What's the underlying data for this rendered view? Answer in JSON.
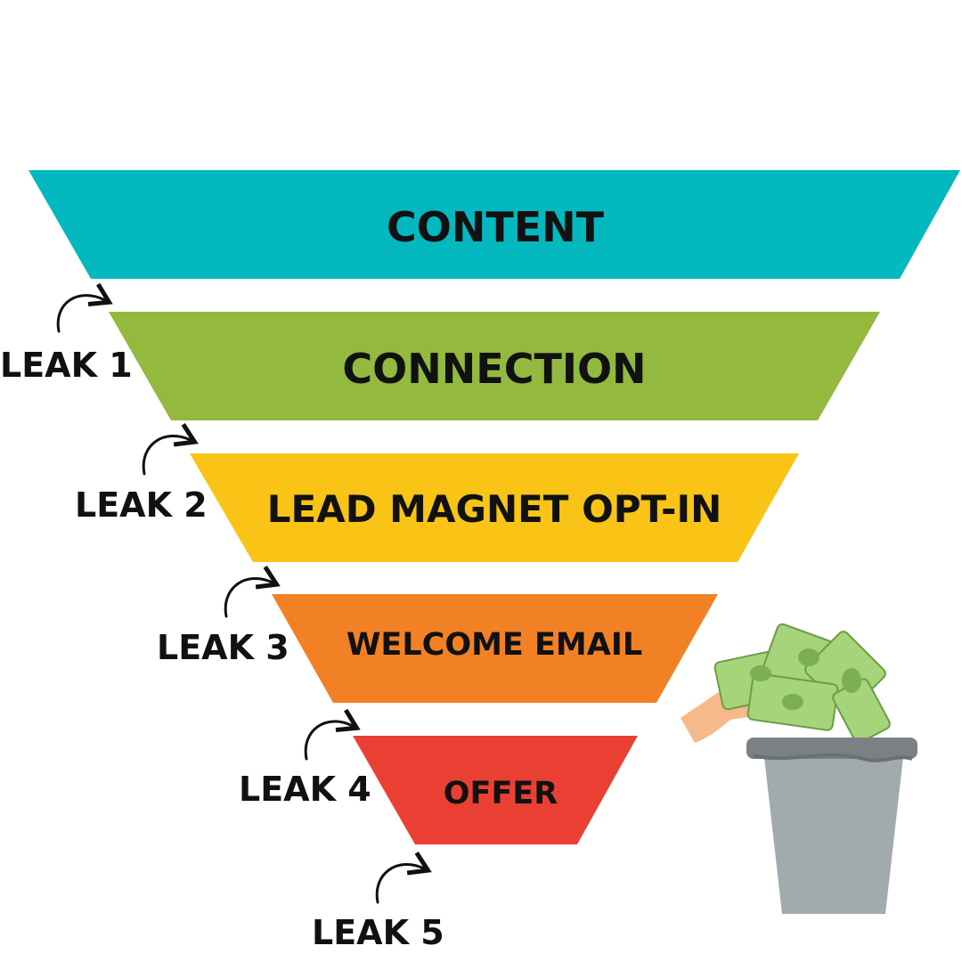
{
  "stages": [
    {
      "label": "CONTENT",
      "color": "#03B8BF"
    },
    {
      "label": "CONNECTION",
      "color": "#93B93F"
    },
    {
      "label": "LEAD MAGNET OPT-IN",
      "color": "#F9C416"
    },
    {
      "label": "WELCOME EMAIL",
      "color": "#F28126"
    },
    {
      "label": "OFFER",
      "color": "#EA4033"
    }
  ],
  "leaks": [
    {
      "label": "LEAK 1"
    },
    {
      "label": "LEAK 2"
    },
    {
      "label": "LEAK 3"
    },
    {
      "label": "LEAK 4"
    },
    {
      "label": "LEAK 5"
    }
  ],
  "illustration": {
    "name": "money-in-trash-can",
    "hand_color": "#F6B98B",
    "bill_color": "#A6D47A",
    "can_color": "#A1AAAD"
  }
}
